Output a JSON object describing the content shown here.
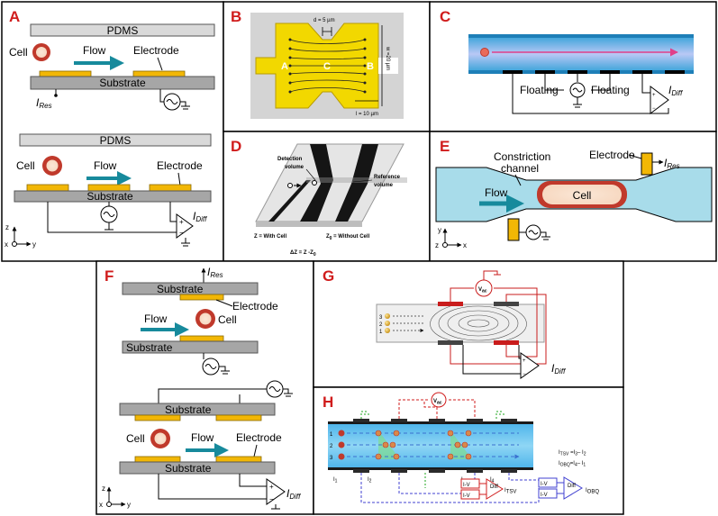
{
  "panels": {
    "A": {
      "letter": "A",
      "pdms": "PDMS",
      "cell": "Cell",
      "flow": "Flow",
      "electrode": "Electrode",
      "substrate": "Substrate",
      "i_res": "I",
      "i_res_sub": "Res",
      "pdms2": "PDMS",
      "cell2": "Cell",
      "flow2": "Flow",
      "electrode2": "Electrode",
      "substrate2": "Substrate",
      "i_diff": "I",
      "i_diff_sub": "Diff",
      "axis_z": "z",
      "axis_x": "x",
      "axis_y": "y"
    },
    "B": {
      "letter": "B",
      "label_a": "A",
      "label_c": "C",
      "label_b": "B",
      "d": "d = 5 µm",
      "w": "w =20 µm",
      "l": "l = 10 µm"
    },
    "C": {
      "letter": "C",
      "floating_left": "Floating",
      "floating_right": "Floating",
      "i_diff": "I",
      "i_diff_sub": "Diff"
    },
    "D": {
      "letter": "D",
      "detection": "Detection",
      "detection2": "volume",
      "reference": "Reference",
      "reference2": "volume",
      "z_with": "Z = With Cell",
      "z0_without": "Z",
      "z0_sub": "0",
      "z0_rest": " = Without Cell",
      "delta": "ΔZ = Z -Z",
      "delta_sub": "0"
    },
    "E": {
      "letter": "E",
      "constriction": "Constriction",
      "channel": "channel",
      "electrode": "Electrode",
      "flow": "Flow",
      "cell": "Cell",
      "i_res": "I",
      "i_res_sub": "Res",
      "axis_y": "y",
      "axis_z": "z",
      "axis_x": "x"
    },
    "F": {
      "letter": "F",
      "i_res": "I",
      "i_res_sub": "Res",
      "substrate1": "Substrate",
      "electrode1": "Electrode",
      "flow1": "Flow",
      "cell1": "Cell",
      "substrate2": "Substrate",
      "substrate3": "Substrate",
      "cell2": "Cell",
      "flow2": "Flow",
      "electrode2": "Electrode",
      "substrate4": "Substrate",
      "i_diff": "I",
      "i_diff_sub": "Diff",
      "axis_z": "z",
      "axis_x": "x",
      "axis_y": "y"
    },
    "G": {
      "letter": "G",
      "vac": "V",
      "vac_sub": "ac",
      "n3": "3",
      "n2": "2",
      "n1": "1",
      "i_diff": "I",
      "i_diff_sub": "Diff"
    },
    "H": {
      "letter": "H",
      "vac": "V",
      "vac_sub": "ac",
      "n1": "1",
      "n2": "2",
      "n3": "3",
      "i1": "I",
      "i1_sub": "1",
      "i2": "I",
      "i2_sub": "2",
      "i3": "I",
      "i3_sub": "3",
      "i4": "I",
      "i4_sub": "4",
      "iv": "I-V",
      "diff": "Diff",
      "itsv": "I",
      "itsv_sub": "TSV",
      "iobq": "I",
      "iobq_sub": "OBQ",
      "eq1_a": "I",
      "eq1_a_sub": "TSV",
      "eq1_b": " =I",
      "eq1_b_sub": "3",
      "eq1_c": "– I",
      "eq1_c_sub": "2",
      "eq2_a": "I",
      "eq2_a_sub": "OBQ",
      "eq2_b": "=I",
      "eq2_b_sub": "4",
      "eq2_c": "– I",
      "eq2_c_sub": "1"
    }
  },
  "colors": {
    "panel_letter": "#d01c1c",
    "electrode": "#f2b705",
    "substrate": "#a6a6a6",
    "pdms": "#d9d9d9",
    "flow_arrow": "#178a9c",
    "cell_outer": "#c0392b",
    "channel": "#a8dcea"
  }
}
